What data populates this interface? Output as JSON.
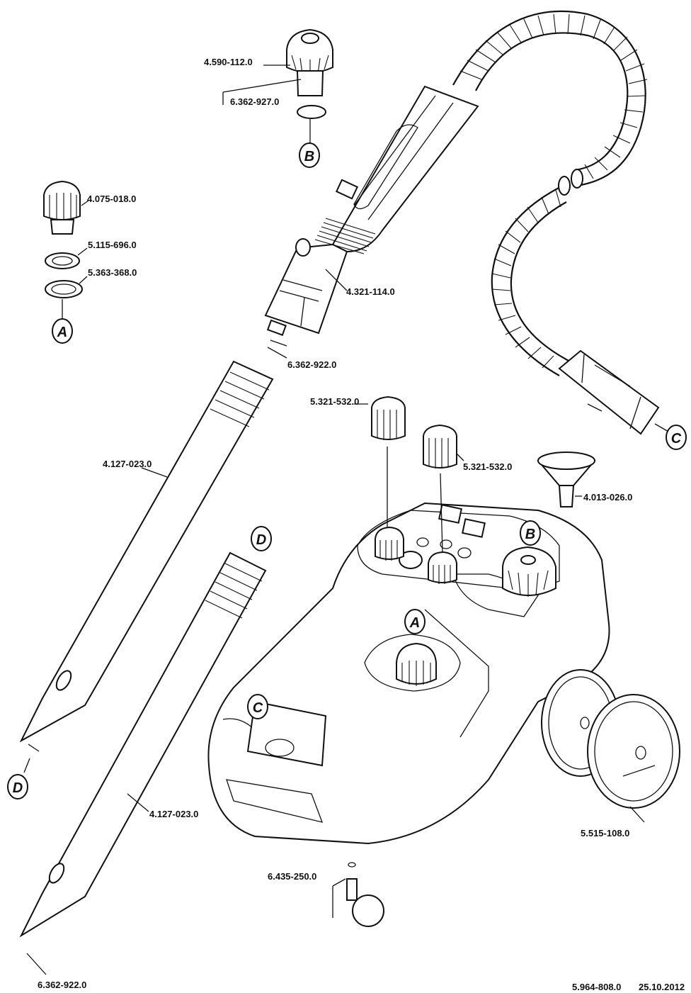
{
  "parts": [
    {
      "id": "p1",
      "label": "4.590-112.0"
    },
    {
      "id": "p2",
      "label": "6.362-927.0"
    },
    {
      "id": "p3",
      "label": "4.075-018.0"
    },
    {
      "id": "p4",
      "label": "5.115-696.0"
    },
    {
      "id": "p5",
      "label": "5.363-368.0"
    },
    {
      "id": "p6",
      "label": "4.321-114.0"
    },
    {
      "id": "p7",
      "label": "6.362-922.0"
    },
    {
      "id": "p8",
      "label": "4.127-023.0"
    },
    {
      "id": "p9",
      "label": "5.321-532.0"
    },
    {
      "id": "p10",
      "label": "5.321-532.0"
    },
    {
      "id": "p11",
      "label": "4.013-026.0"
    },
    {
      "id": "p12",
      "label": "4.127-023.0"
    },
    {
      "id": "p13",
      "label": "5.515-108.0"
    },
    {
      "id": "p14",
      "label": "6.435-250.0"
    },
    {
      "id": "p15",
      "label": "6.362-922.0"
    }
  ],
  "callouts": {
    "a1": "A",
    "a2": "A",
    "b1": "B",
    "b2": "B",
    "c1": "C",
    "c2": "C",
    "d1": "D",
    "d2": "D"
  },
  "footer": {
    "doc_number": "5.964-808.0",
    "date": "25.10.2012"
  }
}
